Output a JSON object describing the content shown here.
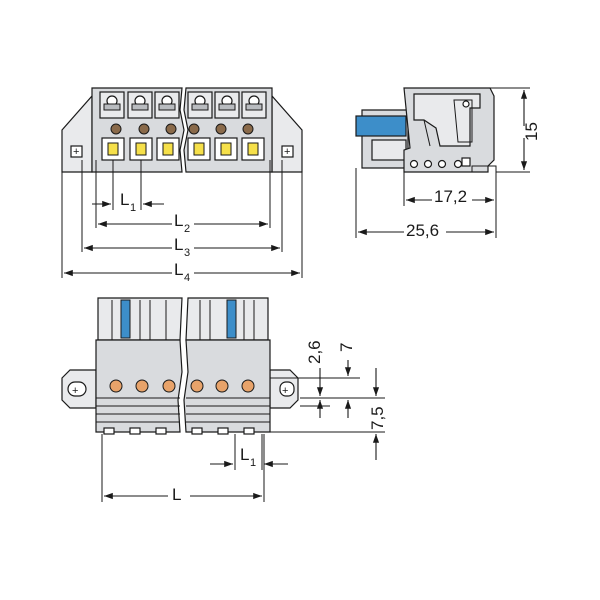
{
  "top_view": {
    "dimension_labels": [
      {
        "main": "L",
        "sub": "1"
      },
      {
        "main": "L",
        "sub": "2"
      },
      {
        "main": "L",
        "sub": "3"
      },
      {
        "main": "L",
        "sub": "4"
      }
    ]
  },
  "side_view": {
    "height_label": "15",
    "inner_width_label": "17,2",
    "total_width_label": "25,6"
  },
  "front_view": {
    "pitch_label": {
      "main": "L",
      "sub": "1"
    },
    "length_label": "L",
    "offset_label_a": "2,6",
    "offset_label_b": "7",
    "offset_label_c": "7,5"
  },
  "colors": {
    "body_gray": "#d9dbde",
    "accent_blue": "#3d8ec9",
    "contact_yellow": "#f6e04a",
    "contact_orange": "#e8a36a"
  }
}
